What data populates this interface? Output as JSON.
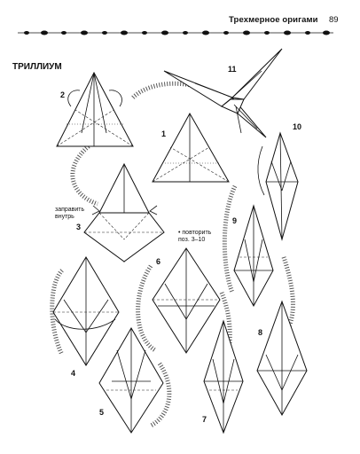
{
  "header": {
    "title": "Трехмерное оригами",
    "page_number": "89"
  },
  "section": {
    "title": "ТРИЛЛИУМ"
  },
  "steps": {
    "s1": "1",
    "s2": "2",
    "s3": "3",
    "s4": "4",
    "s5": "5",
    "s6": "6",
    "s7": "7",
    "s8": "8",
    "s9": "9",
    "s10": "10",
    "s11": "11"
  },
  "notes": {
    "fold_inside_1": "заправить",
    "fold_inside_2": "внутрь",
    "repeat_1": "• повторить",
    "repeat_2": "поз. 3–10"
  }
}
